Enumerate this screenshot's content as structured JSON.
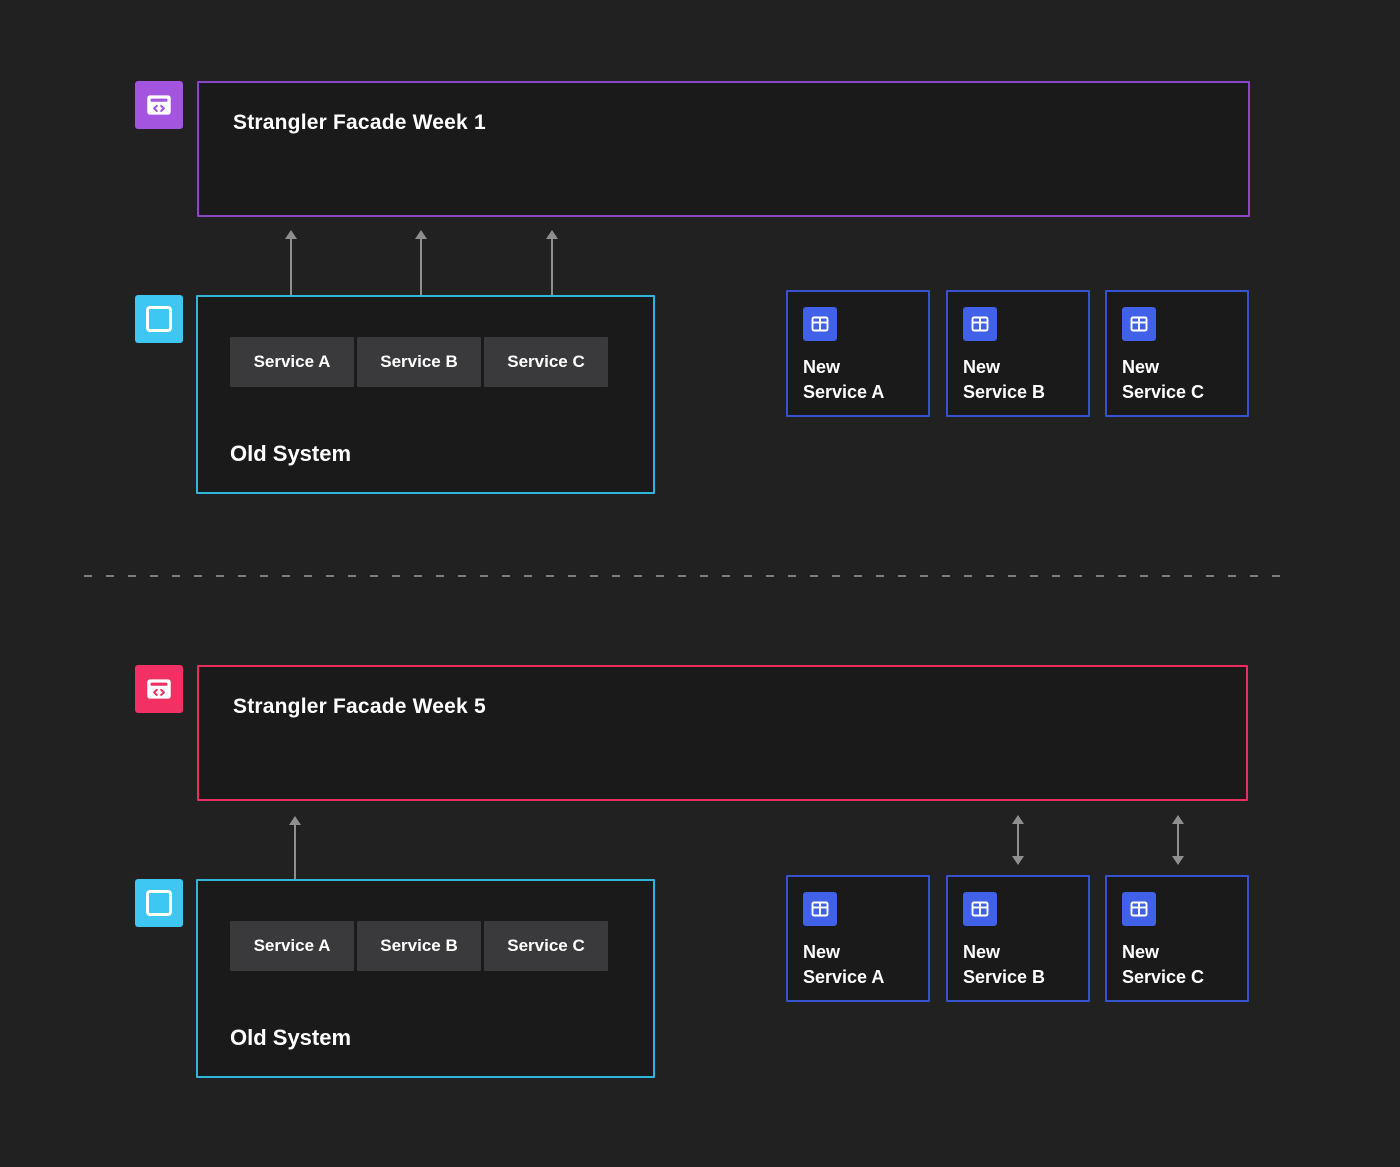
{
  "canvas": {
    "bg": "#212121"
  },
  "divider": {
    "color": "#7d7d7d",
    "style": "dashed"
  },
  "arrows": {
    "color": "#8f8f8f"
  },
  "week1": {
    "facade": {
      "label": "Strangler Facade Week 1",
      "border_color": "#8a46c8",
      "icon": "browser-code-icon",
      "icon_bg": "#a355e0"
    },
    "old_system": {
      "label": "Old System",
      "border_color": "#2fb6dc",
      "icon": "square-icon",
      "icon_bg": "#3ec7f2",
      "services": [
        "Service A",
        "Service B",
        "Service C"
      ]
    },
    "new_services": [
      {
        "line1": "New",
        "line2": "Service A"
      },
      {
        "line1": "New",
        "line2": "Service B"
      },
      {
        "line1": "New",
        "line2": "Service C"
      }
    ],
    "new_service_accent": {
      "border_color": "#3653cf",
      "icon": "grid-icon",
      "icon_bg": "#4161e8"
    },
    "routing_arrows": "facade-to-old-system-service-a-b-c"
  },
  "week5": {
    "facade": {
      "label": "Strangler Facade Week 5",
      "border_color": "#e72e5e",
      "icon": "browser-code-icon",
      "icon_bg": "#f23064"
    },
    "old_system": {
      "label": "Old System",
      "border_color": "#2fb6dc",
      "icon": "square-icon",
      "icon_bg": "#3ec7f2",
      "services": [
        "Service A",
        "Service B",
        "Service C"
      ]
    },
    "new_services": [
      {
        "line1": "New",
        "line2": "Service A"
      },
      {
        "line1": "New",
        "line2": "Service B"
      },
      {
        "line1": "New",
        "line2": "Service C"
      }
    ],
    "new_service_accent": {
      "border_color": "#3653cf",
      "icon": "grid-icon",
      "icon_bg": "#4161e8"
    },
    "routing_arrows": "facade-to-old-service-a-and-new-service-b-c"
  }
}
